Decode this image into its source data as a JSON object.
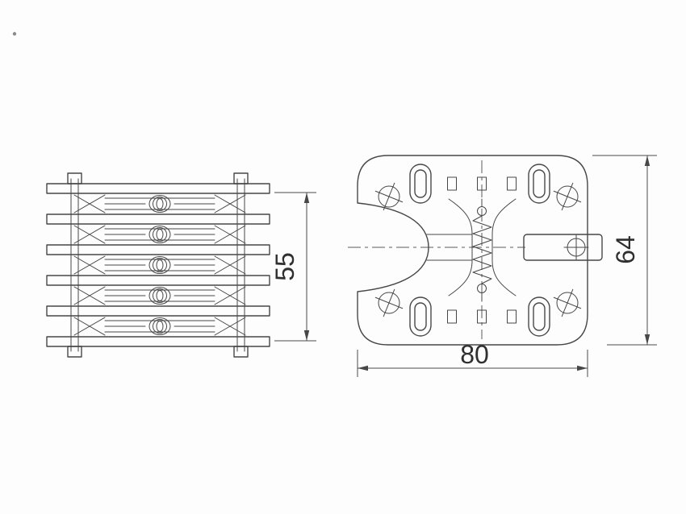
{
  "drawing": {
    "type": "technical-drawing",
    "views": {
      "side_view": {
        "name": "finned element stack side view",
        "height_dim": "55"
      },
      "front_view": {
        "name": "mounting plate front view",
        "width_dim": "80",
        "height_dim": "64"
      }
    },
    "colors": {
      "line": "#474747",
      "background": "#fdfdfd"
    }
  }
}
